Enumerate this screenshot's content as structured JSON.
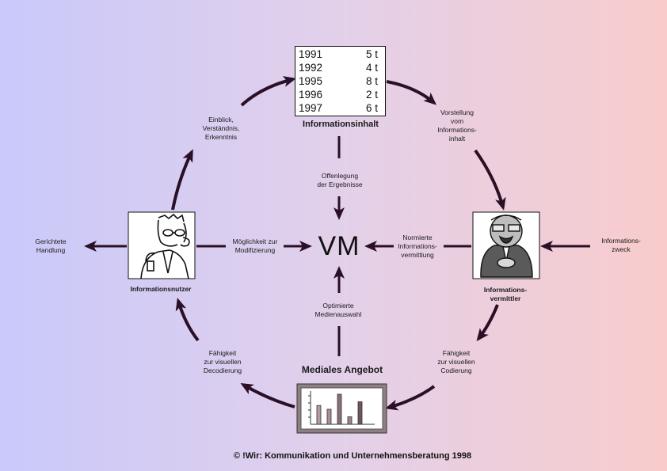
{
  "table": {
    "rows": [
      {
        "year": "1991",
        "value": "5 t"
      },
      {
        "year": "1992",
        "value": "4 t"
      },
      {
        "year": "1995",
        "value": "8 t"
      },
      {
        "year": "1996",
        "value": "2 t"
      },
      {
        "year": "1997",
        "value": "6 t"
      }
    ]
  },
  "titles": {
    "informationsinhalt": "Informationsinhalt",
    "mediales_angebot": "Mediales Angebot",
    "informationsnutzer": "Informationsnutzer",
    "informationsvermittler": "Informations-\nvermittler",
    "center": "VM"
  },
  "labels": {
    "einblick": "Einblick,\nVerständnis,\nErkenntnis",
    "vorstellung": "Vorstellung\nvom\nInformations-\ninhalt",
    "offenlegung": "Offenlegung\nder Ergebnisse",
    "gerichtete": "Gerichtete\nHandlung",
    "moeglichkeit": "Möglichkeit zur\nModifizierung",
    "normierte": "Normierte\nInformations-\nvermittlung",
    "zweck": "Informations-\nzweck",
    "optimierte": "Optimierte\nMedienauswahl",
    "decodierung": "Fähigkeit\nzur visuellen\nDecodierung",
    "codierung": "Fähigkeit\nzur visuellen\nCodierung"
  },
  "copyright": "© !Wir: Kommunikation und Unternehmensberatung 1998",
  "colors": {
    "arrow": "#2a0f26",
    "bg_left": "#c9c9fb",
    "bg_right": "#f9cccc",
    "bar_frame": "#9a8a8e"
  },
  "icons": [
    "student-figure-icon",
    "businessman-figure-icon",
    "bar-chart-icon"
  ],
  "chart_data": {
    "type": "bar",
    "categories": [
      "",
      "",
      "",
      "",
      ""
    ],
    "series": [
      {
        "values": [
          5,
          4,
          8,
          2,
          6
        ]
      }
    ]
  }
}
